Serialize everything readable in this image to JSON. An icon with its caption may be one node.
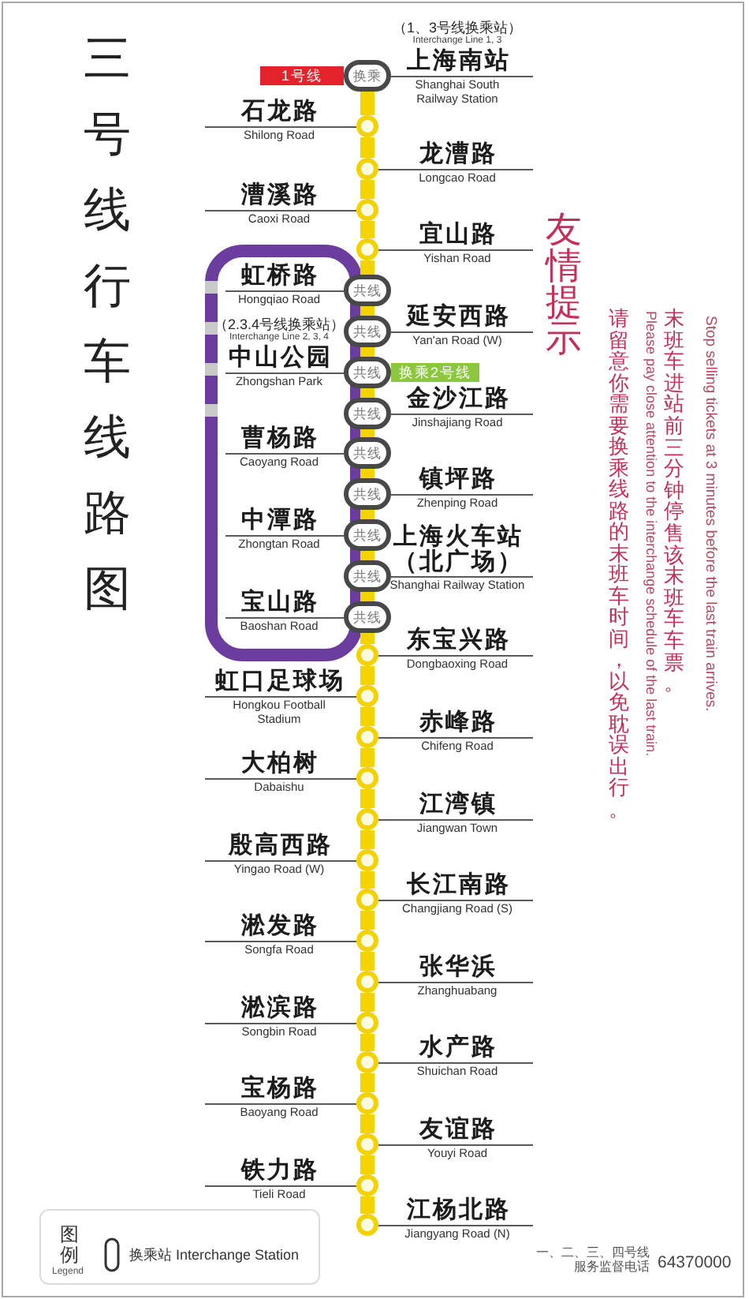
{
  "diagram": {
    "title": "三号线行车线路图",
    "nodes": [
      {
        "text": [
          "1号线"
        ]
      },
      {
        "text": [
          "换乘"
        ],
        "beside": [
          "（1、3号线换乘站）",
          "Interchange Line 1, 3",
          "上海南站",
          "Shanghai South Railway Station"
        ]
      },
      {
        "text": [],
        "shape": "circle",
        "beside": [
          "石龙路",
          "Shilong Road"
        ]
      },
      {
        "text": [],
        "shape": "circle",
        "beside": [
          "龙漕路",
          "Longcao Road"
        ]
      },
      {
        "text": [],
        "shape": "circle",
        "beside": [
          "漕溪路",
          "Caoxi Road"
        ]
      },
      {
        "text": [],
        "shape": "circle",
        "beside": [
          "宜山路",
          "Yishan Road"
        ]
      },
      {
        "text": [
          "共线"
        ],
        "beside": [
          "虹桥路",
          "Hongqiao Road"
        ]
      },
      {
        "text": [
          "共线"
        ],
        "beside": [
          "延安西路",
          "Yan'an Road (W)"
        ]
      },
      {
        "text": [
          "共线"
        ],
        "beside": [
          "（2.3.4号线换乘站）",
          "Interchange Line 2, 3, 4",
          "中山公园",
          "Zhongshan Park"
        ]
      },
      {
        "text": [
          "换乘2号线"
        ]
      },
      {
        "text": [
          "共线"
        ],
        "beside": [
          "金沙江路",
          "Jinshajiang Road"
        ]
      },
      {
        "text": [
          "共线"
        ],
        "beside": [
          "曹杨路",
          "Caoyang Road"
        ]
      },
      {
        "text": [
          "共线"
        ],
        "beside": [
          "镇坪路",
          "Zhenping Road"
        ]
      },
      {
        "text": [
          "共线"
        ],
        "beside": [
          "中潭路",
          "Zhongtan Road"
        ]
      },
      {
        "text": [
          "共线"
        ],
        "beside": [
          "上海火车站（北广场）",
          "Shanghai Railway Station"
        ]
      },
      {
        "text": [
          "共线"
        ],
        "beside": [
          "宝山路",
          "Baoshan Road"
        ]
      },
      {
        "text": [],
        "shape": "circle",
        "beside": [
          "东宝兴路",
          "Dongbaoxing Road"
        ]
      },
      {
        "text": [],
        "shape": "circle",
        "beside": [
          "虹口足球场",
          "Hongkou Football Stadium"
        ]
      },
      {
        "text": [],
        "shape": "circle",
        "beside": [
          "赤峰路",
          "Chifeng Road"
        ]
      },
      {
        "text": [],
        "shape": "circle",
        "beside": [
          "大柏树",
          "Dabaishu"
        ]
      },
      {
        "text": [],
        "shape": "circle",
        "beside": [
          "江湾镇",
          "Jiangwan Town"
        ]
      },
      {
        "text": [],
        "shape": "circle",
        "beside": [
          "殷高西路",
          "Yingao Road (W)"
        ]
      },
      {
        "text": [],
        "shape": "circle",
        "beside": [
          "长江南路",
          "Changjiang Road (S)"
        ]
      },
      {
        "text": [],
        "shape": "circle",
        "beside": [
          "淞发路",
          "Songfa Road"
        ]
      },
      {
        "text": [],
        "shape": "circle",
        "beside": [
          "张华浜",
          "Zhanghuabang"
        ]
      },
      {
        "text": [],
        "shape": "circle",
        "beside": [
          "淞滨路",
          "Songbin Road"
        ]
      },
      {
        "text": [],
        "shape": "circle",
        "beside": [
          "水产路",
          "Shuichan Road"
        ]
      },
      {
        "text": [],
        "shape": "circle",
        "beside": [
          "宝杨路",
          "Baoyang Road"
        ]
      },
      {
        "text": [],
        "shape": "circle",
        "beside": [
          "友谊路",
          "Youyi Road"
        ]
      },
      {
        "text": [],
        "shape": "circle",
        "beside": [
          "铁力路",
          "Tieli Road"
        ]
      },
      {
        "text": [],
        "shape": "circle",
        "beside": [
          "江杨北路",
          "Jiangyang Road (N)"
        ]
      }
    ],
    "edges": [
      {
        "from": 1,
        "to": 2,
        "arrow": "none"
      },
      {
        "from": 2,
        "to": 3,
        "arrow": "none"
      },
      {
        "from": 3,
        "to": 4,
        "arrow": "none"
      },
      {
        "from": 4,
        "to": 5,
        "arrow": "none"
      },
      {
        "from": 5,
        "to": 6,
        "arrow": "none"
      },
      {
        "from": 6,
        "to": 7,
        "arrow": "none"
      },
      {
        "from": 7,
        "to": 8,
        "arrow": "none"
      },
      {
        "from": 8,
        "to": 10,
        "arrow": "none"
      },
      {
        "from": 10,
        "to": 11,
        "arrow": "none"
      },
      {
        "from": 11,
        "to": 12,
        "arrow": "none"
      },
      {
        "from": 12,
        "to": 13,
        "arrow": "none"
      },
      {
        "from": 13,
        "to": 14,
        "arrow": "none"
      },
      {
        "from": 14,
        "to": 15,
        "arrow": "none"
      },
      {
        "from": 15,
        "to": 16,
        "arrow": "none"
      },
      {
        "from": 16,
        "to": 17,
        "arrow": "none"
      },
      {
        "from": 17,
        "to": 18,
        "arrow": "none"
      },
      {
        "from": 18,
        "to": 19,
        "arrow": "none"
      },
      {
        "from": 19,
        "to": 20,
        "arrow": "none"
      },
      {
        "from": 20,
        "to": 21,
        "arrow": "none"
      },
      {
        "from": 21,
        "to": 22,
        "arrow": "none"
      },
      {
        "from": 22,
        "to": 23,
        "arrow": "none"
      },
      {
        "from": 23,
        "to": 24,
        "arrow": "none"
      },
      {
        "from": 24,
        "to": 25,
        "arrow": "none"
      },
      {
        "from": 25,
        "to": 26,
        "arrow": "none"
      },
      {
        "from": 26,
        "to": 27,
        "arrow": "none"
      },
      {
        "from": 27,
        "to": 28,
        "arrow": "none"
      },
      {
        "from": 28,
        "to": 29,
        "arrow": "none"
      },
      {
        "from": 29,
        "to": 30,
        "arrow": "none"
      }
    ],
    "labels": [
      "友情提示",
      "Stop selling tickets at 3 minutes before the last train arrives.",
      "末班车进站前三分钟停售该末班车车票。",
      "Please pay close attention to the interchange schedule of the last train.",
      "请留意你需要换乘线路的末班车时间，以免耽误出行。",
      "图例",
      "Legend",
      "一、二、三、四号线服务监督电话",
      "64370000"
    ],
    "legend": [
      {
        "text": "换乘站 Interchange Station"
      }
    ]
  }
}
